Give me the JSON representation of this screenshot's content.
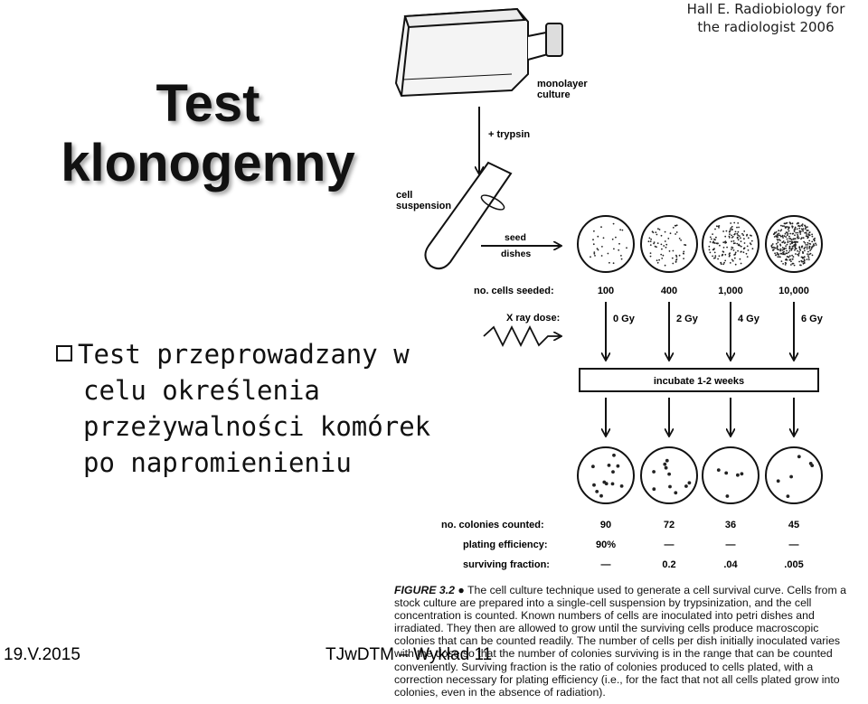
{
  "slide": {
    "title_line1": "Test",
    "title_line2": "klonogenny",
    "credit_line1": "Hall E. Radiobiology for",
    "credit_line2": "the radiologist 2006",
    "bullet_line1": "Test przeprowadzany w",
    "bullet_line2": "celu określenia",
    "bullet_line3": "przeżywalności komórek",
    "bullet_line4": "po napromienieniu",
    "footer_date": "19.V.2015",
    "footer_center": "TJwDTM – Wykład 11"
  },
  "figure": {
    "label_monolayer": "monolayer",
    "label_culture": "culture",
    "label_trypsin": "+ trypsin",
    "label_cell": "cell",
    "label_suspension": "suspension",
    "label_seed": "seed",
    "label_dishes": "dishes",
    "row_cells_label": "no. cells seeded:",
    "cells_seeded": [
      "100",
      "400",
      "1,000",
      "10,000"
    ],
    "row_dose_label": "X ray dose:",
    "doses": [
      "0 Gy",
      "2 Gy",
      "4 Gy",
      "6 Gy"
    ],
    "incubate_label": "incubate 1-2 weeks",
    "row_colonies_label": "no. colonies counted:",
    "colonies": [
      "90",
      "72",
      "36",
      "45"
    ],
    "row_pe_label": "plating efficiency:",
    "plating_efficiency": [
      "90%",
      "—",
      "—",
      "—"
    ],
    "row_sf_label": "surviving fraction:",
    "surviving_fraction": [
      "—",
      "0.2",
      ".04",
      ".005"
    ],
    "caption_label": "FIGURE 3.2",
    "caption_bullet": "●",
    "caption_text": "The cell culture technique used to generate a cell survival curve. Cells from a stock culture are prepared into a single-cell suspension by trypsinization, and the cell concentration is counted. Known numbers of cells are inoculated into petri dishes and irradiated. They then are allowed to grow until the surviving cells produce macroscopic colonies that can be counted readily. The number of cells per dish initially inoculated varies with the dose so that the number of colonies surviving is in the range that can be counted conveniently. Surviving fraction is the ratio of colonies produced to cells plated, with a correction necessary for plating efficiency (i.e., for the fact that not all cells plated grow into colonies, even in the absence of radiation)."
  }
}
